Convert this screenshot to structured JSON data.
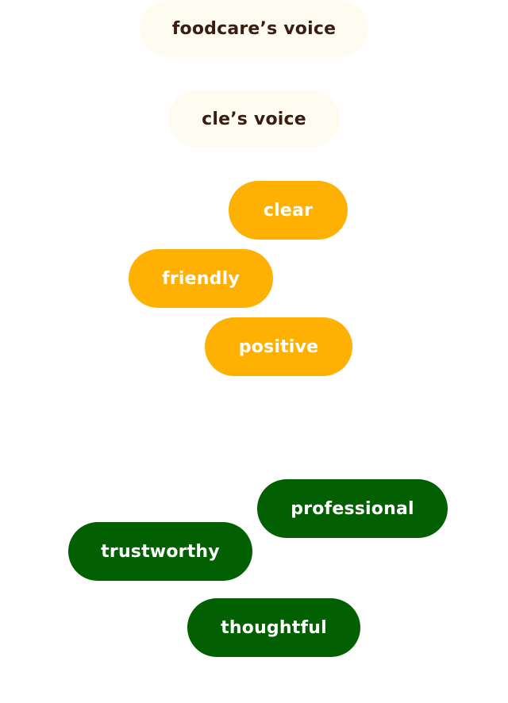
{
  "headings": {
    "foodcare": "foodcare’s voice",
    "cle": "cle’s voice"
  },
  "foodcare_traits": [
    "clear",
    "friendly",
    "positive"
  ],
  "cle_traits": [
    "professional",
    "trustworthy",
    "thoughtful"
  ],
  "colors": {
    "heading_bg": "#fefcf0",
    "heading_text": "#3a1d12",
    "foodcare_accent": "#feb102",
    "cle_accent": "#025f02",
    "trait_text": "#ffffff"
  }
}
